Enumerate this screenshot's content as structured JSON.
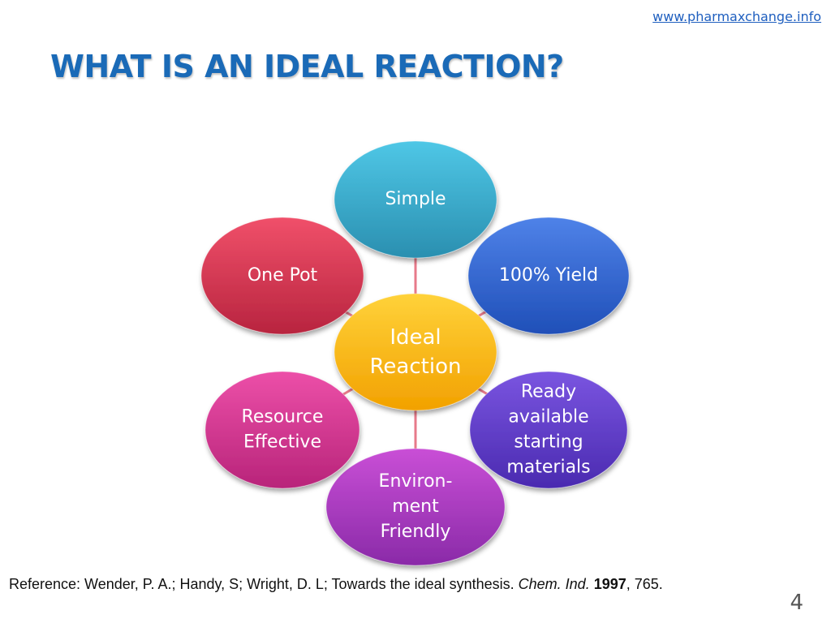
{
  "header": {
    "site_link": "www.pharmaxchange.info",
    "title": "WHAT IS AN IDEAL REACTION?"
  },
  "diagram": {
    "center": {
      "lines": [
        "Ideal",
        "Reaction"
      ],
      "color_top": "#ffd23a",
      "color_bottom": "#f2a100"
    },
    "nodes": [
      {
        "id": "simple",
        "lines": [
          "Simple"
        ],
        "color_top": "#4fc7e6",
        "color_bottom": "#2a8fb0"
      },
      {
        "id": "yield",
        "lines": [
          "100% Yield"
        ],
        "color_top": "#4f82e8",
        "color_bottom": "#1f4fb8"
      },
      {
        "id": "ready",
        "lines": [
          "Ready",
          "available",
          "starting",
          "materials"
        ],
        "color_top": "#7a55e0",
        "color_bottom": "#4a2ab0"
      },
      {
        "id": "environment",
        "lines": [
          "Environ-",
          "ment",
          "Friendly"
        ],
        "color_top": "#c94fd6",
        "color_bottom": "#8a2aa8"
      },
      {
        "id": "resource",
        "lines": [
          "Resource",
          "Effective"
        ],
        "color_top": "#ec4fa8",
        "color_bottom": "#b8247a"
      },
      {
        "id": "onepot",
        "lines": [
          "One Pot"
        ],
        "color_top": "#f0506a",
        "color_bottom": "#b8243f"
      }
    ],
    "connector_color": "#e77a8a"
  },
  "reference": {
    "prefix": "Reference: Wender, P. A.; Handy, S; Wright, D. L; Towards the ideal synthesis. ",
    "journal": "Chem. Ind.",
    "year": "1997",
    "pages": ", 765."
  },
  "slide_number": "4"
}
